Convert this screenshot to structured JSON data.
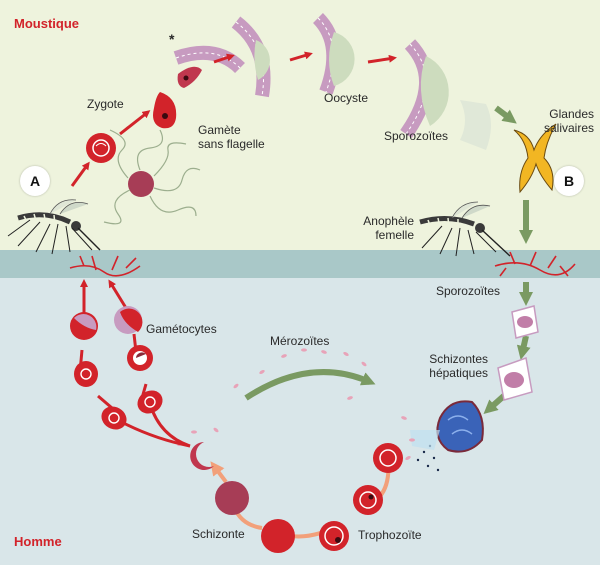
{
  "sections": {
    "mosquito": "Moustique",
    "human": "Homme"
  },
  "badges": {
    "a": "A",
    "b": "B"
  },
  "labels": {
    "zygote": "Zygote",
    "gamete_line1": "Gamète",
    "gamete_line2": "sans flagelle",
    "oocyste": "Oocyste",
    "sporozoites_top": "Sporozoïtes",
    "glandes_line1": "Glandes",
    "glandes_line2": "salivaires",
    "anophele_line1": "Anophèle",
    "anophele_line2": "femelle",
    "sporozoites_mid": "Sporozoïtes",
    "schizontes_line1": "Schizontes",
    "schizontes_line2": "hépatiques",
    "gametocytes": "Gamétocytes",
    "merozoites": "Mérozoïtes",
    "schizonte": "Schizonte",
    "trophozoite": "Trophozoïte"
  },
  "marker": "*",
  "colors": {
    "mosquito_bg": "#eef3dd",
    "human_bg": "#d9e6e9",
    "skin_band": "#a9c8c8",
    "red_arrow": "#d2232a",
    "green_arrow": "#7a9a62",
    "orange_arrow": "#f2a07a",
    "cell_red": "#d2232a",
    "parasite_pink": "#e8a3b8",
    "wall_purple": "#c79bc0",
    "cyst_green": "#cddcbe",
    "liver_blue": "#3a63b8"
  }
}
